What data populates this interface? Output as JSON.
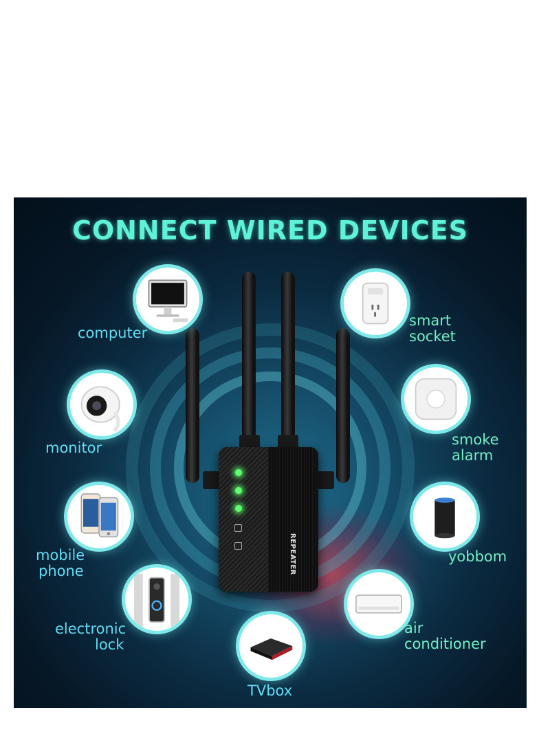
{
  "title": "CONNECT WIRED DEVICES",
  "router": {
    "label": "REPEATER"
  },
  "devices": {
    "computer": "computer",
    "monitor": "monitor",
    "mobile_phone": [
      "mobile",
      "phone"
    ],
    "electronic_lock": [
      "electronic",
      "lock"
    ],
    "tvbox": "TVbox",
    "air_conditioner": [
      "air",
      "conditioner"
    ],
    "yobbom": "yobbom",
    "smoke_alarm": [
      "smoke",
      "alarm"
    ],
    "smart_socket": [
      "smart",
      "socket"
    ]
  },
  "colors": {
    "title": "#5ef2d8",
    "label_cyan": "#63dcf2",
    "label_green": "#73f0c6",
    "circle_border": "#7fe9ea",
    "led": "#5dff6e"
  }
}
